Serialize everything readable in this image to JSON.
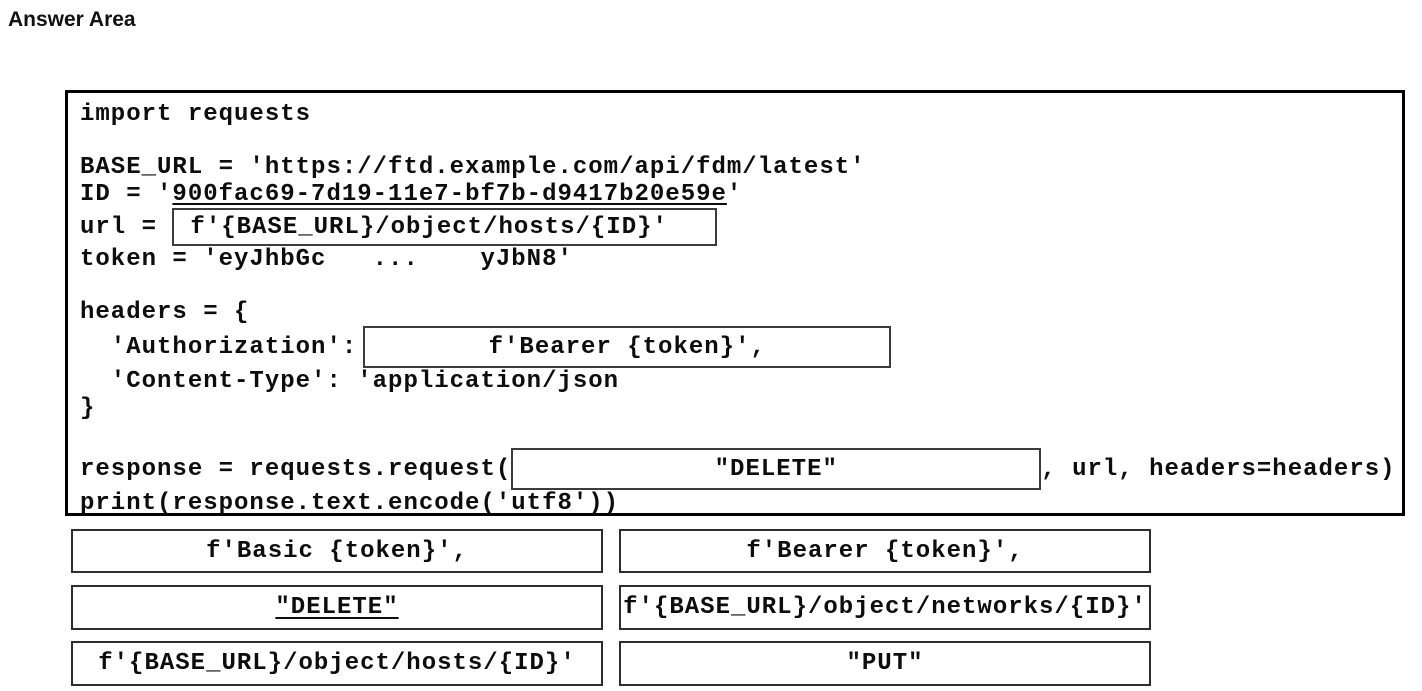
{
  "title": "Answer Area",
  "code": {
    "line_import": "import requests",
    "line_base_url": "BASE_URL = 'https://ftd.example.com/api/fdm/latest'",
    "id_prefix": "ID = '",
    "id_value": "900fac69-7d19-11e7-bf7b-d9417b20e59e",
    "id_suffix": "'",
    "url_prefix": "url = ",
    "url_slot": "f'{BASE_URL}/object/hosts/{ID}'",
    "line_token": "token = 'eyJhbGc   ...    yJbN8'",
    "line_headers_open": "headers = {",
    "auth_prefix": "  'Authorization':",
    "auth_slot": "f'Bearer {token}',",
    "line_content_type": "  'Content-Type': 'application/json",
    "line_close_brace": "}",
    "response_prefix": "response = requests.request(",
    "method_slot": "\"DELETE\"",
    "response_suffix": ", url, headers=headers)",
    "line_print": "print(response.text.encode('utf8'))"
  },
  "options": {
    "left": [
      "f'Basic {token}',",
      "\"DELETE\"",
      "f'{BASE_URL}/object/hosts/{ID}'"
    ],
    "right": [
      "f'Bearer {token}',",
      "f'{BASE_URL}/object/networks/{ID}'",
      "\"PUT\""
    ]
  }
}
